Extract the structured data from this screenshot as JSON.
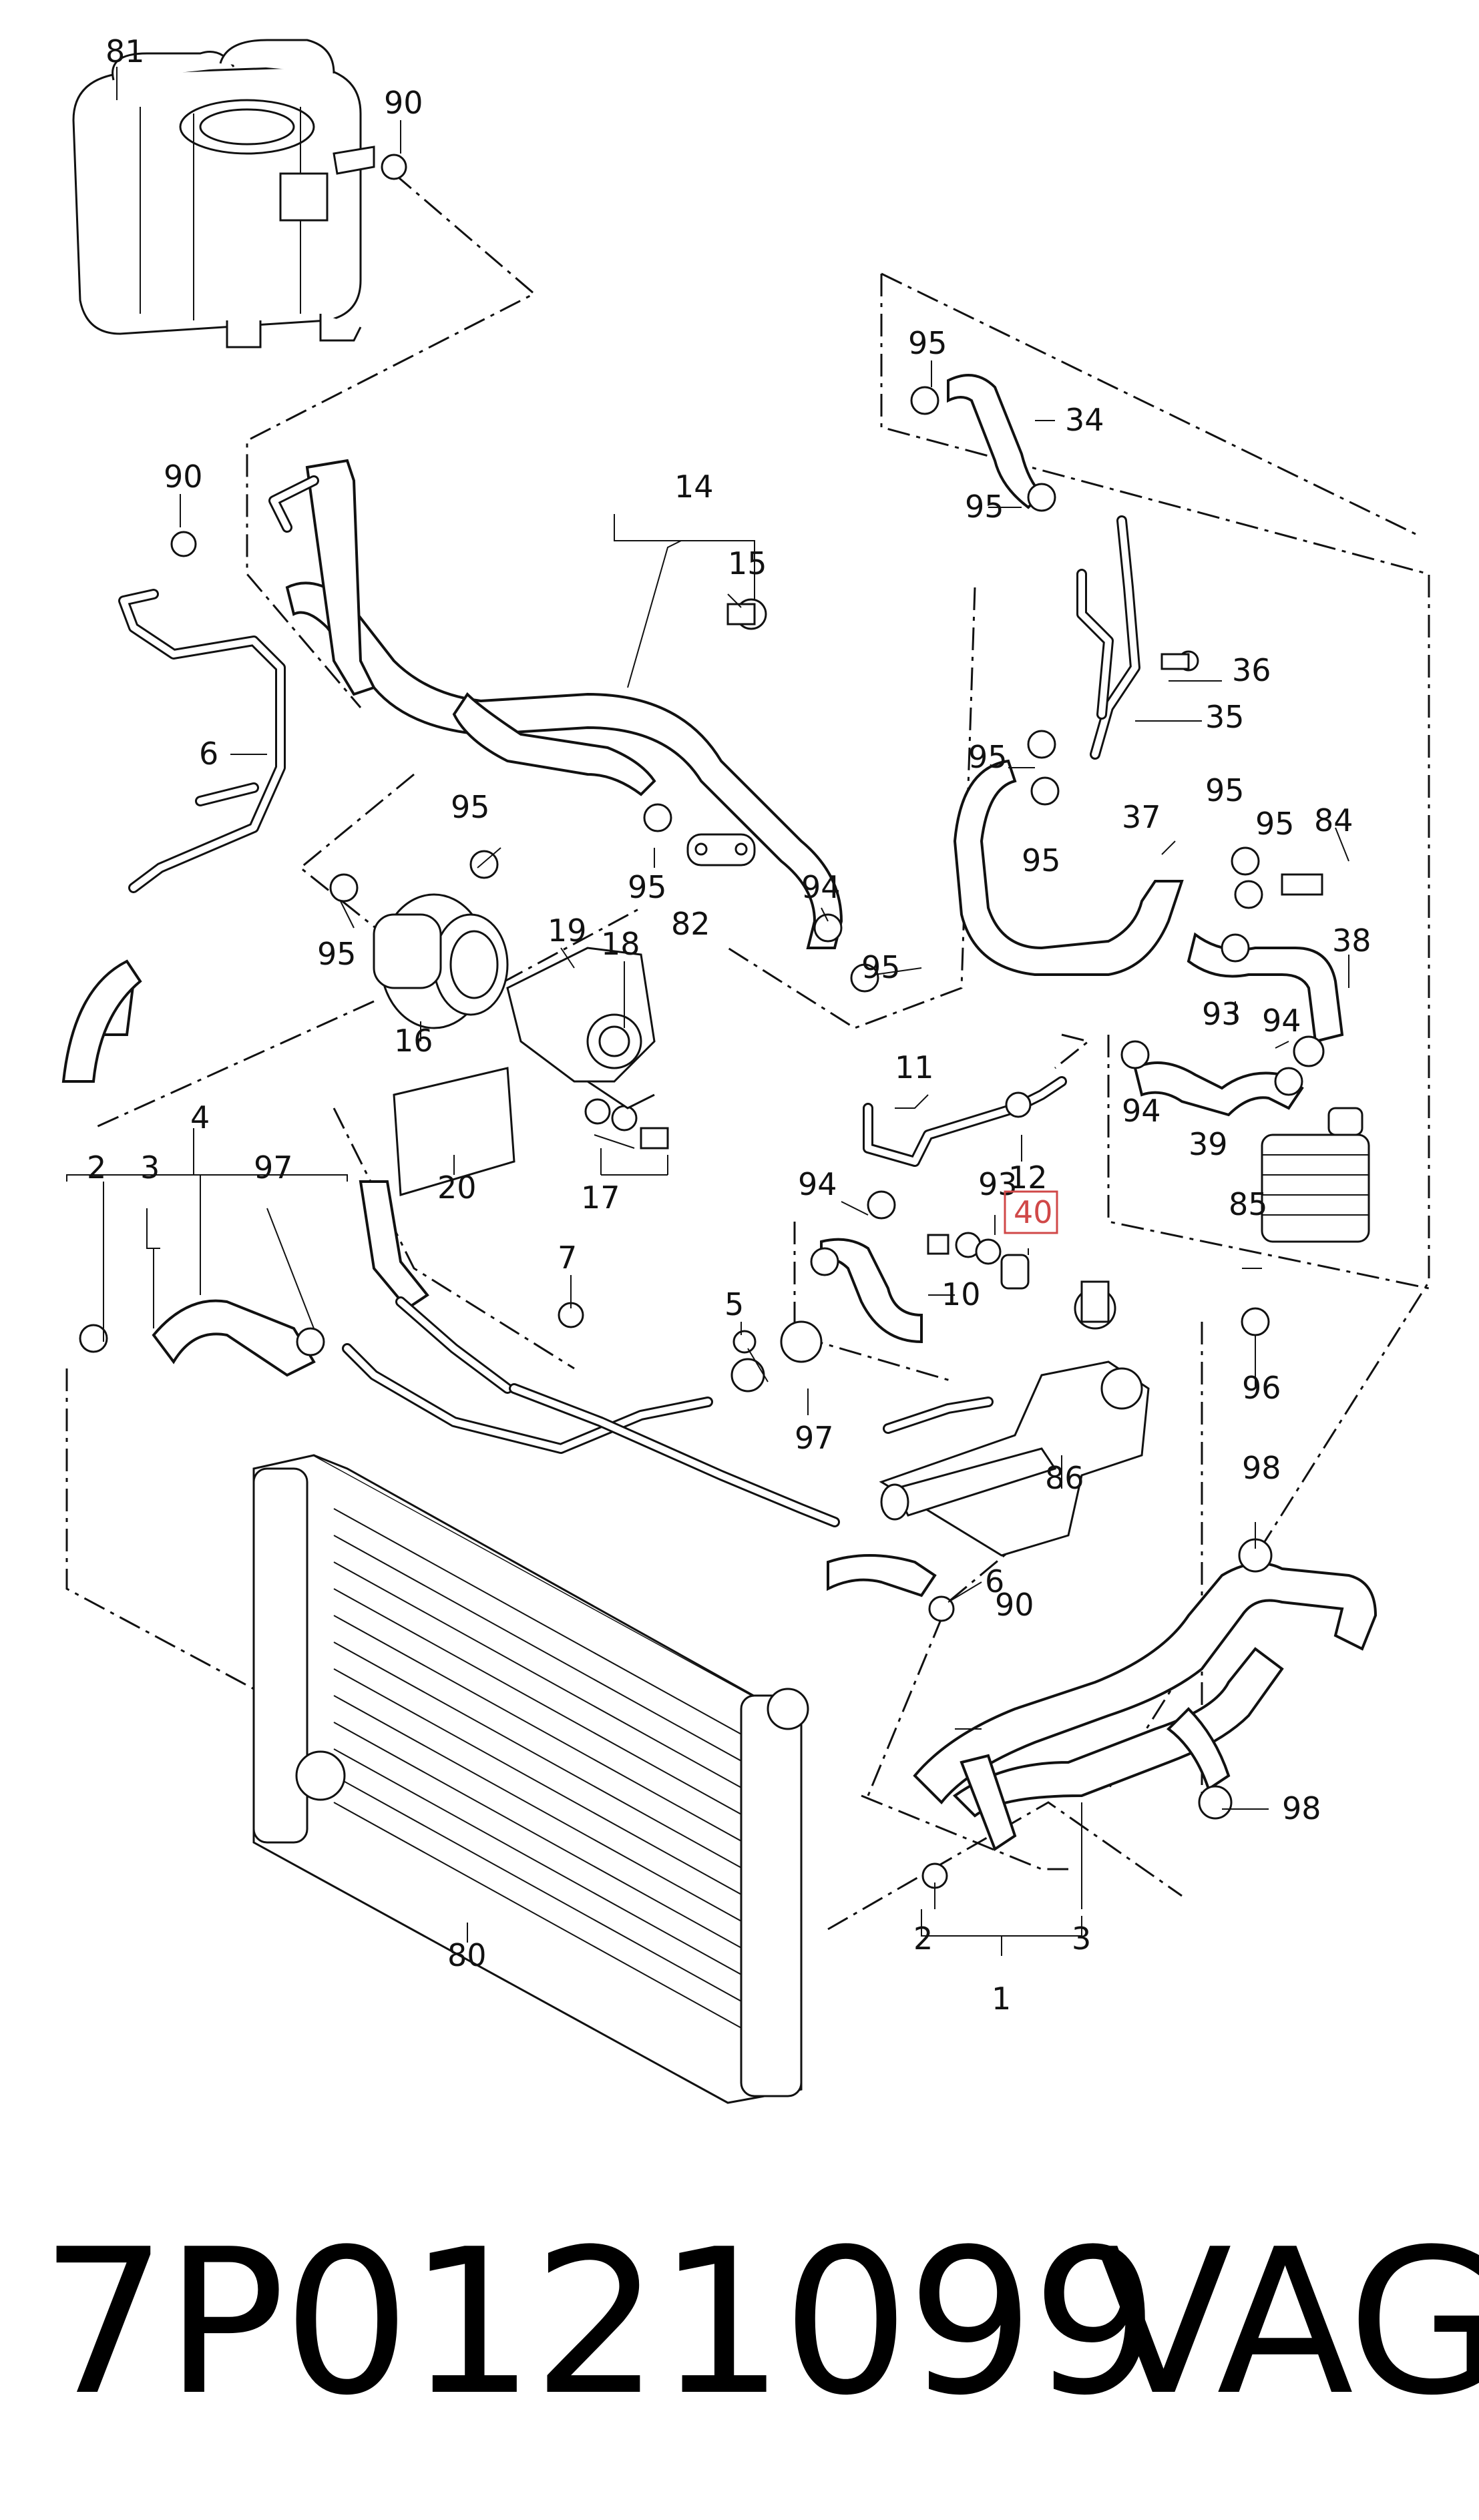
{
  "diagram": {
    "callouts": {
      "c81": "81",
      "c90a": "90",
      "c90b": "90",
      "c90c": "90",
      "c14": "14",
      "c15": "15",
      "c6a": "6",
      "c6b": "6",
      "c95a": "95",
      "c95b": "95",
      "c95c": "95",
      "c95d": "95",
      "c95e": "95",
      "c95f": "95",
      "c95g": "95",
      "c95h": "95",
      "c95i": "95",
      "c95j": "95",
      "c34": "34",
      "c36": "36",
      "c35": "35",
      "c37": "37",
      "c84": "84",
      "c38": "38",
      "c93a": "93",
      "c93b": "93",
      "c94a": "94",
      "c94b": "94",
      "c94c": "94",
      "c94d": "94",
      "c39": "39",
      "c85": "85",
      "c96": "96",
      "c98a": "98",
      "c98b": "98",
      "c19": "19",
      "c18": "18",
      "c16": "16",
      "c82": "82",
      "c20": "20",
      "c17": "17",
      "c11": "11",
      "c12": "12",
      "c40": "40",
      "c10": "10",
      "c86": "86",
      "c4": "4",
      "c2a": "2",
      "c2b": "2",
      "c3a": "3",
      "c3b": "3",
      "c97a": "97",
      "c97b": "97",
      "c7": "7",
      "c5": "5",
      "c80": "80",
      "c1": "1"
    },
    "highlight_color": "#d04848"
  },
  "footer": {
    "part_number": "7P0121099",
    "brand": "VAG"
  }
}
